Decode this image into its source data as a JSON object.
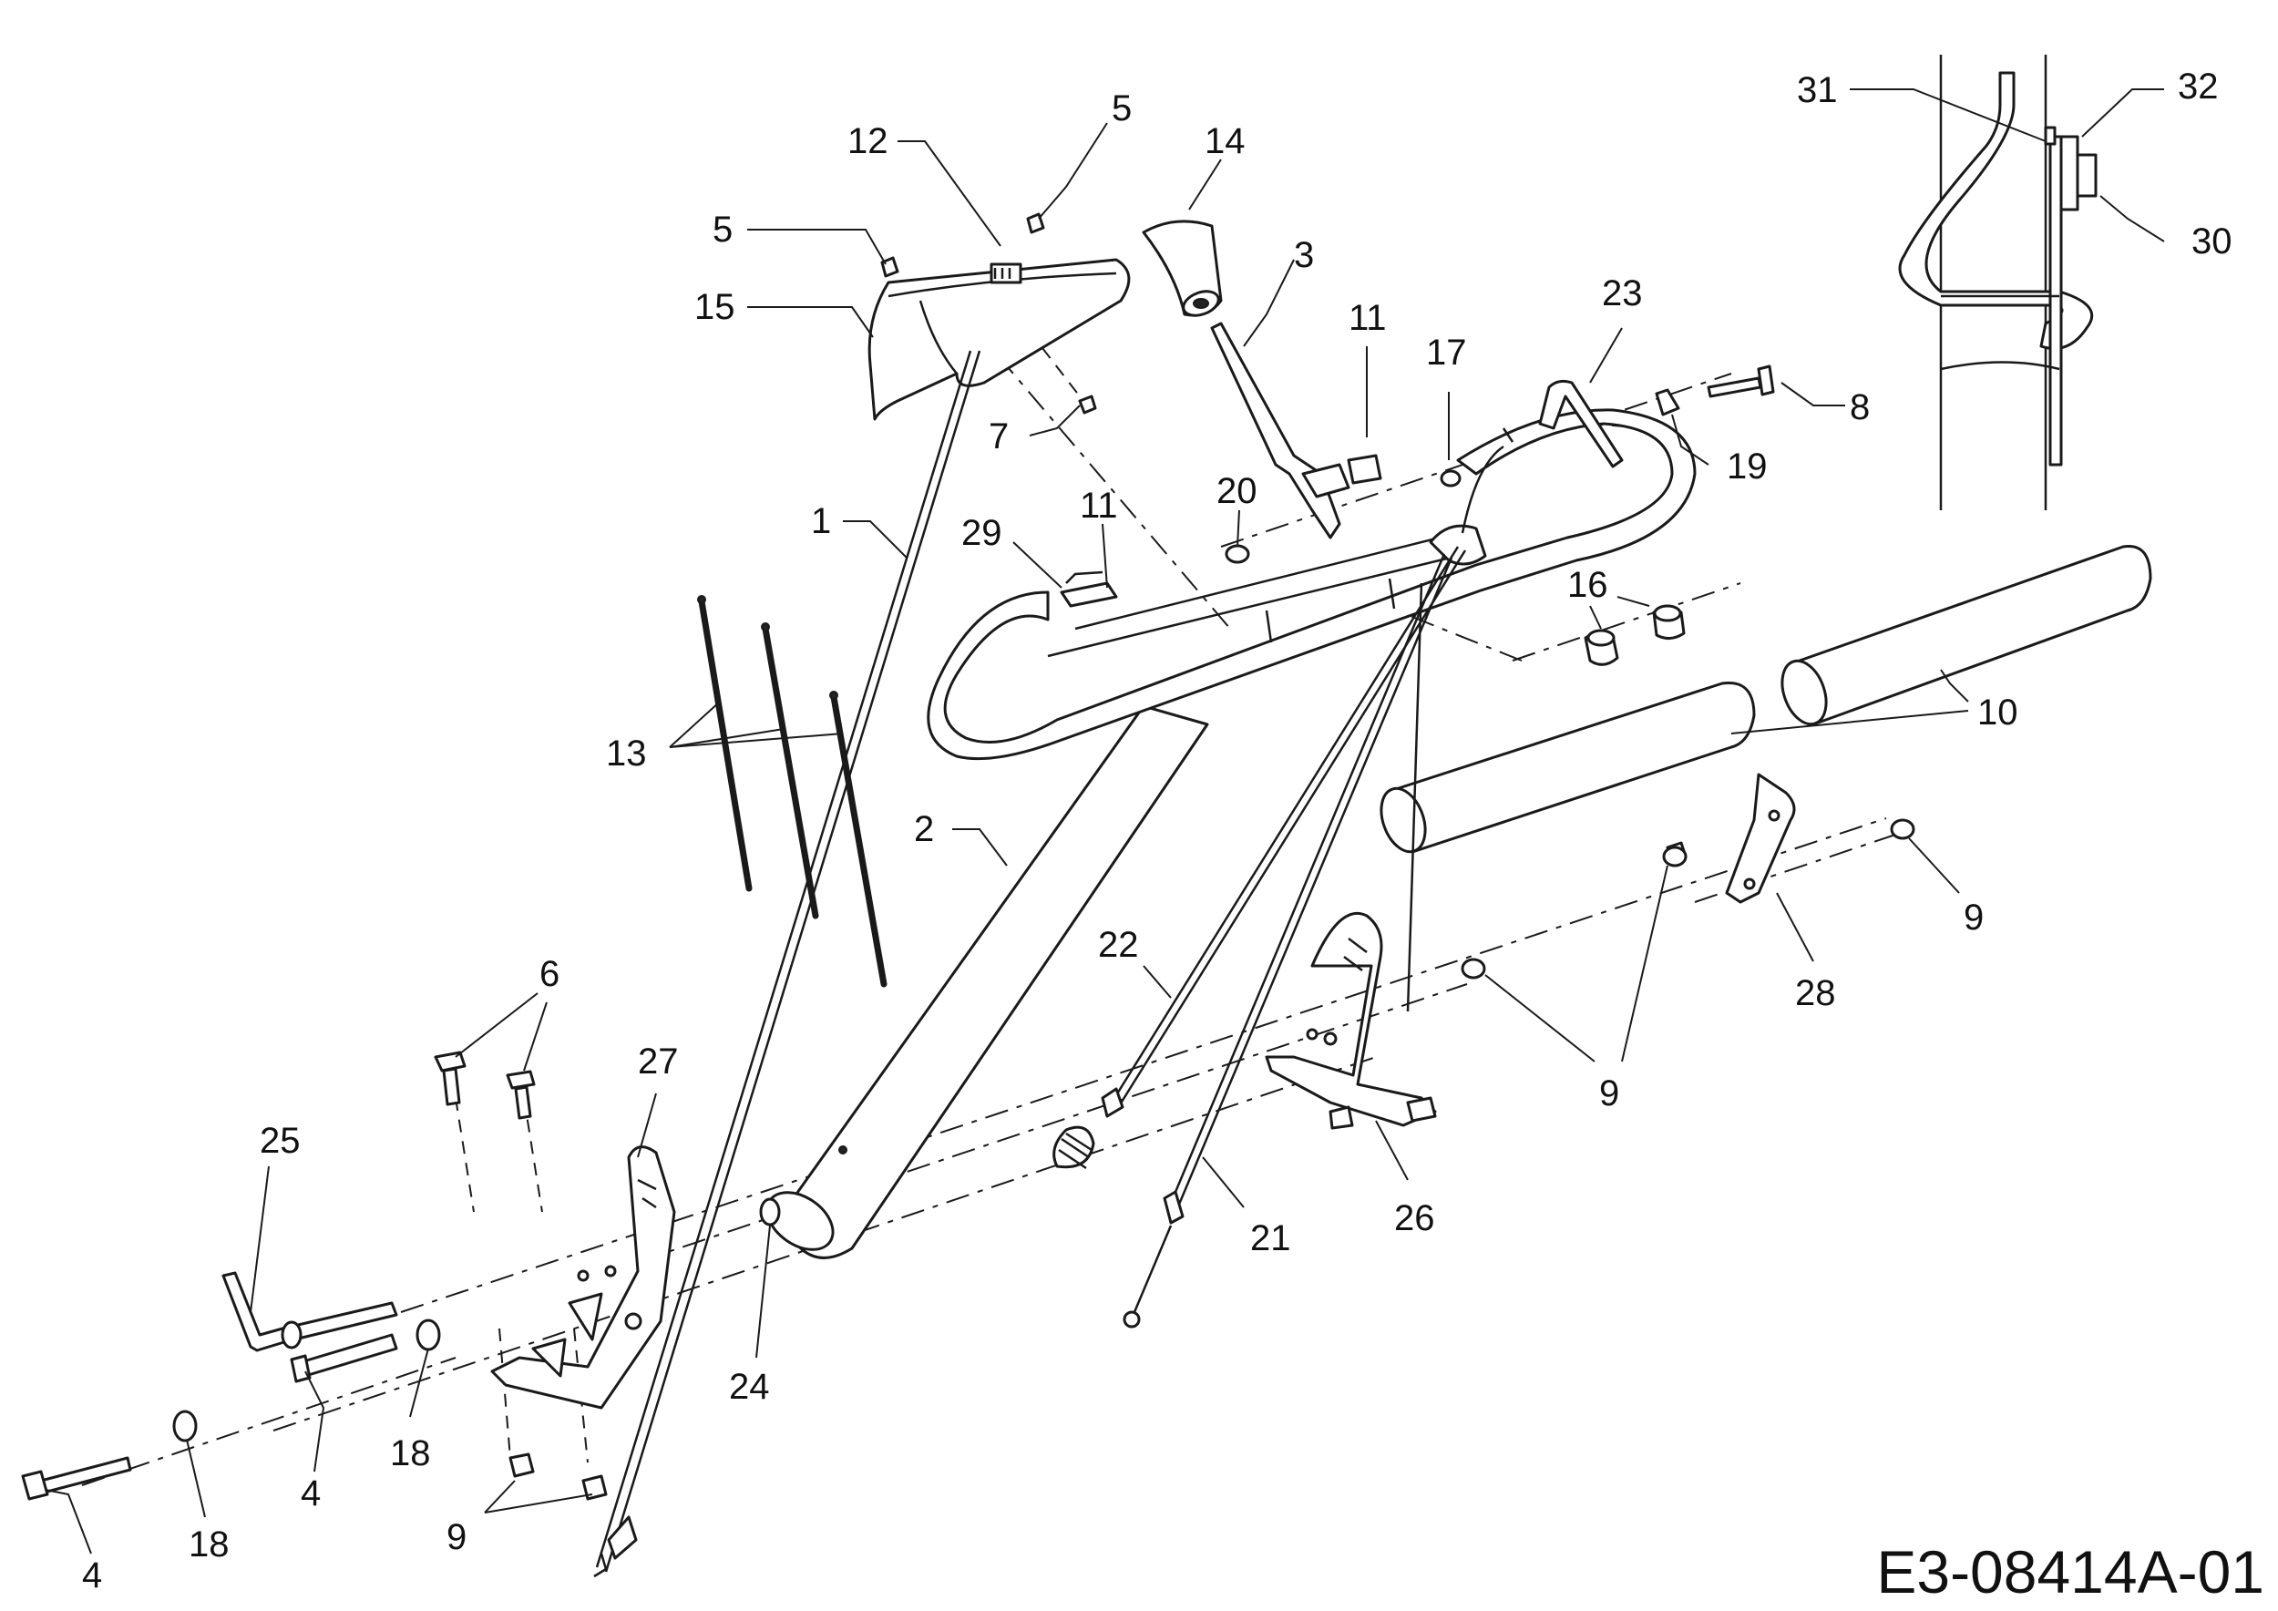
{
  "diagram": {
    "drawing_id": "E3-08414A-01",
    "callouts": [
      {
        "id": "c1",
        "label": "1"
      },
      {
        "id": "c2",
        "label": "2"
      },
      {
        "id": "c3",
        "label": "3"
      },
      {
        "id": "c4a",
        "label": "4"
      },
      {
        "id": "c4b",
        "label": "4"
      },
      {
        "id": "c5a",
        "label": "5"
      },
      {
        "id": "c5b",
        "label": "5"
      },
      {
        "id": "c6",
        "label": "6"
      },
      {
        "id": "c7",
        "label": "7"
      },
      {
        "id": "c8",
        "label": "8"
      },
      {
        "id": "c9a",
        "label": "9"
      },
      {
        "id": "c9b",
        "label": "9"
      },
      {
        "id": "c9c",
        "label": "9"
      },
      {
        "id": "c10",
        "label": "10"
      },
      {
        "id": "c11a",
        "label": "11"
      },
      {
        "id": "c11b",
        "label": "11"
      },
      {
        "id": "c12",
        "label": "12"
      },
      {
        "id": "c13",
        "label": "13"
      },
      {
        "id": "c14",
        "label": "14"
      },
      {
        "id": "c15",
        "label": "15"
      },
      {
        "id": "c16",
        "label": "16"
      },
      {
        "id": "c17",
        "label": "17"
      },
      {
        "id": "c18a",
        "label": "18"
      },
      {
        "id": "c18b",
        "label": "18"
      },
      {
        "id": "c19",
        "label": "19"
      },
      {
        "id": "c20",
        "label": "20"
      },
      {
        "id": "c21",
        "label": "21"
      },
      {
        "id": "c22",
        "label": "22"
      },
      {
        "id": "c23",
        "label": "23"
      },
      {
        "id": "c24",
        "label": "24"
      },
      {
        "id": "c25",
        "label": "25"
      },
      {
        "id": "c26",
        "label": "26"
      },
      {
        "id": "c27",
        "label": "27"
      },
      {
        "id": "c28",
        "label": "28"
      },
      {
        "id": "c29",
        "label": "29"
      },
      {
        "id": "c30",
        "label": "30"
      },
      {
        "id": "c31",
        "label": "31"
      },
      {
        "id": "c32",
        "label": "32"
      }
    ]
  }
}
